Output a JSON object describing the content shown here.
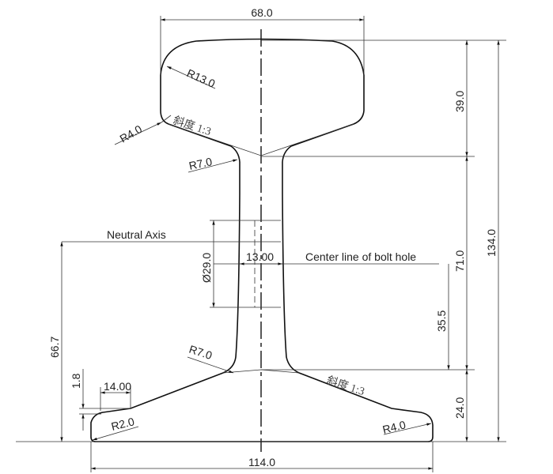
{
  "labels": {
    "head_width": "68.0",
    "head_radius": "R13.0",
    "head_corner_radius": "R4.0",
    "head_slope": "斜度 1:3",
    "upper_web_radius": "R7.0",
    "neutral_axis": "Neutral Axis",
    "bolt_hole_diameter": "Ø29.0",
    "web_thickness": "13.00",
    "bolt_hole_center": "Center line of bolt hole",
    "lower_web_radius": "R7.0",
    "base_slope": "斜度 1:3",
    "base_edge_width": "14.00",
    "base_edge_height": "1.8",
    "base_left_radius": "R2.0",
    "base_right_radius": "R4.0",
    "base_width": "114.0",
    "head_height": "39.0",
    "web_height": "71.0",
    "base_height": "24.0",
    "total_height": "134.0",
    "bolt_hole_height": "35.5",
    "neutral_axis_height": "66.7"
  }
}
